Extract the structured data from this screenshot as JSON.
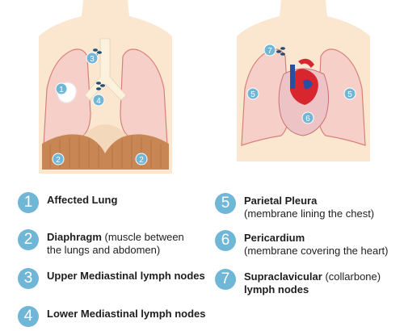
{
  "diagram": {
    "markers": {
      "affected_lung": "1",
      "diaphragm": "2",
      "upper_mediastinal": "3",
      "lower_mediastinal": "4",
      "parietal_pleura": "5",
      "pericardium": "6",
      "supraclavicular": "7"
    },
    "colors": {
      "marker": "#6fb6d7",
      "skin": "#fbe6cf",
      "lung_fill": "#f6cfc9",
      "lung_outline": "#d87f78",
      "diaphragm": "#c88654",
      "trachea": "#fbf1dc",
      "lymph_node": "#1d4e74",
      "heart_red": "#d7262e",
      "heart_blue": "#2b4fa0"
    }
  },
  "legend": [
    {
      "num": "1",
      "bold": "Affected Lung",
      "normal": ""
    },
    {
      "num": "2",
      "bold": "Diaphragm",
      "normal": " (muscle between the lungs and abdomen)"
    },
    {
      "num": "3",
      "bold": "Upper Mediastinal lymph nodes",
      "normal": ""
    },
    {
      "num": "4",
      "bold": "Lower Mediastinal lymph nodes",
      "normal": ""
    },
    {
      "num": "5",
      "bold": "Parietal Pleura",
      "normal": "(membrane lining the chest)"
    },
    {
      "num": "6",
      "bold": "Pericardium",
      "normal": "(membrane covering the heart)"
    },
    {
      "num": "7",
      "bold": "Supraclavicular",
      "normal": " (collarbone)",
      "bold2": "lymph nodes"
    }
  ]
}
